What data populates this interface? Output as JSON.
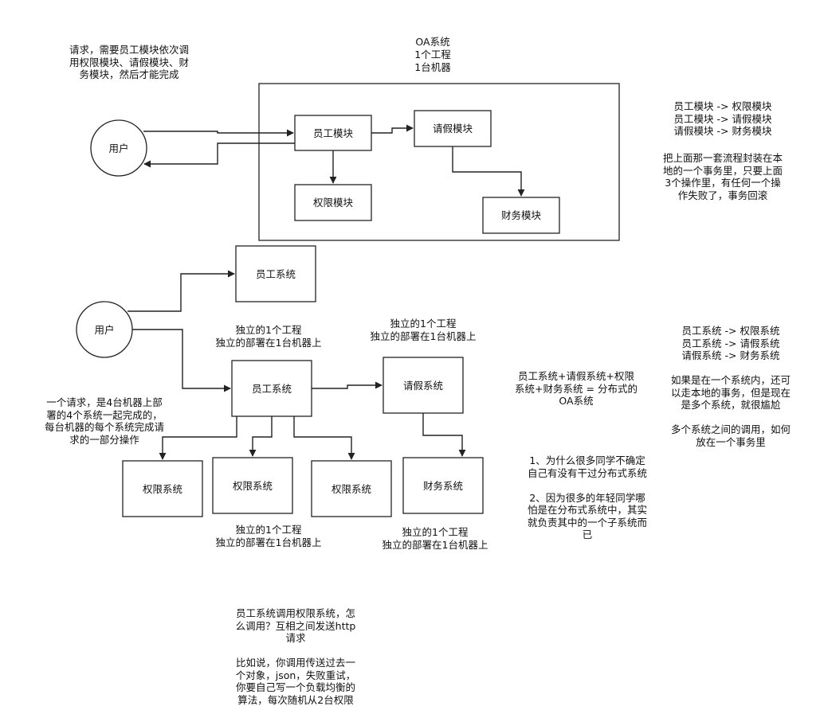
{
  "top": {
    "system_label": [
      "OA系统",
      "1个工程",
      "1台机器"
    ],
    "user": "用户",
    "modules": {
      "employee": "员工模块",
      "leave": "请假模块",
      "permission": "权限模块",
      "finance": "财务模块"
    },
    "request_note": "请求，需要员工模块依次调\n用权限模块、请假模块、财\n务模块，然后才能完成",
    "flow_note": "员工模块 -> 权限模块\n员工模块 -> 请假模块\n请假模块 -> 财务模块",
    "transaction_note": "把上面那一套流程封装在本\n地的一个事务里，只要上面\n3个操作里，有任何一个操\n作失败了，事务回滚"
  },
  "bottom": {
    "user": "用户",
    "systems": {
      "employee_top": "员工系统",
      "employee": "员工系统",
      "leave": "请假系统",
      "permission_1": "权限系统",
      "permission_2": "权限系统",
      "permission_3": "权限系统",
      "finance": "财务系统"
    },
    "independent_1": "独立的1个工程\n独立的部署在1台机器上",
    "independent_2": "独立的1个工程\n独立的部署在1台机器上",
    "independent_3": "独立的1个工程\n独立的部署在1台机器上",
    "independent_4": "独立的1个工程\n独立的部署在1台机器上",
    "request_note": "一个请求，是4台机器上部\n署的4个系统一起完成的，\n每台机器的每个系统完成请\n求的一部分操作",
    "distributed_note": "员工系统+请假系统+权限\n系统+财务系统 = 分布式的\nOA系统",
    "questions_note": "1、为什么很多同学不确定\n自己有没有干过分布式系统\n\n2、因为很多的年轻同学哪\n怕是在分布式系统中，其实\n就负责其中的一个子系统而\n已",
    "flow_note": "员工系统 -> 权限系统\n员工系统 -> 请假系统\n请假系统 -> 财务系统\n\n如果是在一个系统内，还可\n以走本地的事务，但是现在\n是多个系统，就很尴尬\n\n多个系统之间的调用，如何\n放在一个事务里",
    "http_note": "员工系统调用权限系统，怎\n么调用？互相之间发送http\n请求\n\n比如说，你调用传送过去一\n个对象，json，失败重试，\n你要自己写一个负载均衡的\n算法，每次随机从2台权限"
  }
}
